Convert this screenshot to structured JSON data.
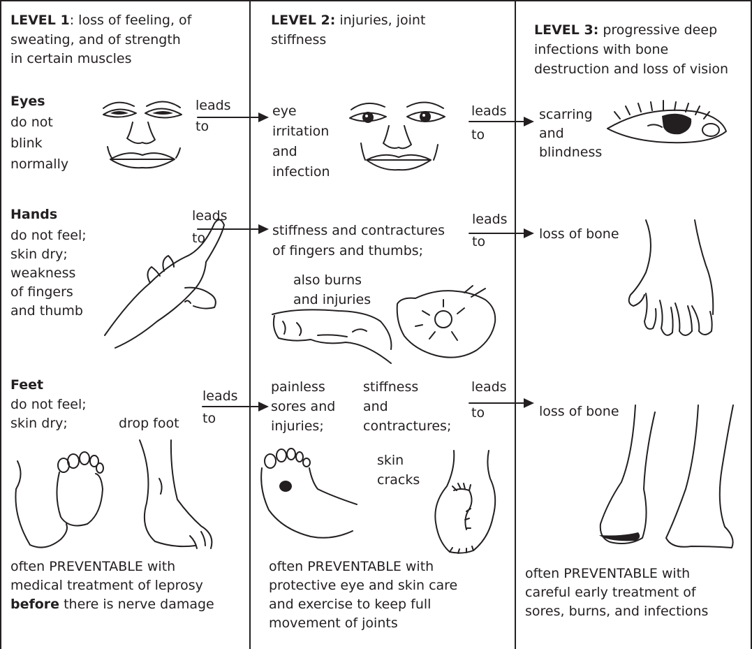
{
  "columns": [
    {
      "heading": {
        "title": "LEVEL 1",
        "rest": ": loss of feeling, of",
        "lines": [
          "sweating, and of strength",
          "in certain muscles"
        ]
      },
      "eyes": {
        "title": "Eyes",
        "lines": [
          "do not",
          "blink",
          "normally"
        ],
        "leads": [
          "leads",
          "to"
        ]
      },
      "hands": {
        "title": "Hands",
        "lines": [
          "do not feel;",
          "skin dry;",
          "weakness",
          "of fingers",
          "and thumb"
        ],
        "leads": [
          "leads",
          "to"
        ]
      },
      "feet": {
        "title": "Feet",
        "lines": [
          "do not feel;",
          "skin dry;"
        ],
        "extra": "drop foot",
        "leads": [
          "leads",
          "to"
        ]
      },
      "footer": {
        "lines": [
          "often PREVENTABLE with",
          "medical treatment of leprosy"
        ],
        "bold": "before",
        "tail": " there is nerve damage"
      }
    },
    {
      "heading": {
        "title": "LEVEL 2:",
        "rest": " injuries, joint",
        "lines": [
          "stiffness"
        ]
      },
      "eyes": {
        "lines": [
          "eye",
          "irritation",
          "and",
          "infection"
        ],
        "leads": [
          "leads",
          "to"
        ]
      },
      "hands": {
        "lines": [
          "stiffness and contractures",
          "of fingers and thumbs;"
        ],
        "extra": [
          "also burns",
          "and injuries"
        ],
        "leads": [
          "leads",
          "to"
        ]
      },
      "feet": {
        "lines": [
          "painless",
          "sores and",
          "injuries;"
        ],
        "lines2": [
          "stiffness",
          "and",
          "contractures;"
        ],
        "extra": [
          "skin",
          "cracks"
        ],
        "leads": [
          "leads",
          "to"
        ]
      },
      "footer": {
        "lines": [
          "often PREVENTABLE with",
          "protective eye and skin care",
          "and exercise to keep full",
          "movement of joints"
        ]
      }
    },
    {
      "heading": {
        "title": "LEVEL 3:",
        "rest": " progressive deep",
        "lines": [
          "infections with bone",
          "destruction and loss of vision"
        ]
      },
      "eyes": {
        "lines": [
          "scarring",
          "and",
          "blindness"
        ]
      },
      "hands": {
        "lines": [
          "loss of bone"
        ]
      },
      "feet": {
        "lines": [
          "loss of bone"
        ]
      },
      "footer": {
        "lines": [
          "often PREVENTABLE with",
          "careful early treatment of",
          "sores, burns, and infections"
        ]
      }
    }
  ],
  "colors": {
    "ink": "#231f20",
    "background": "#ffffff"
  },
  "icons": [
    "face-blank-stare",
    "face-irritated-eyes",
    "blind-eye",
    "weak-hand",
    "burned-hand",
    "injured-palm",
    "clawed-hand",
    "numb-foot-sole",
    "drop-foot",
    "sore-foot",
    "cracked-foot",
    "feet-bone-loss",
    "arrow-right"
  ]
}
